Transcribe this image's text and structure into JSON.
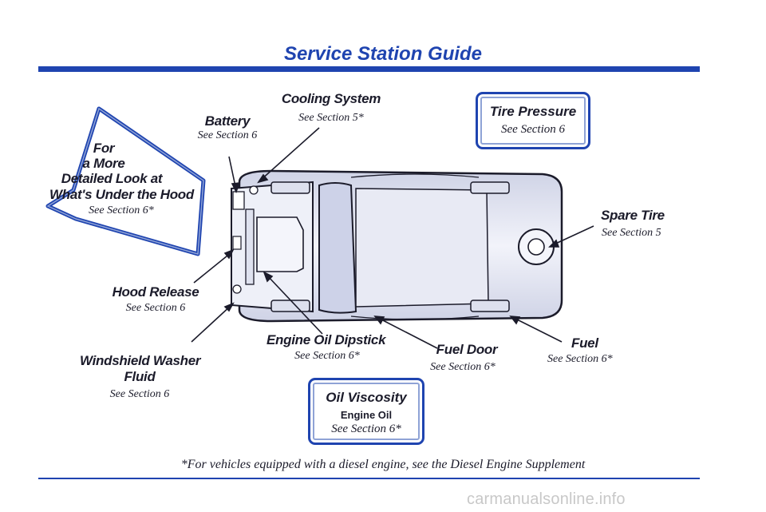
{
  "title": "Service Station Guide",
  "callouts": {
    "hood_arrow": {
      "line1": "For",
      "line2": "a More",
      "line3": "Detailed Look at",
      "line4": "What's Under the Hood",
      "ref": "See Section 6*"
    },
    "battery": {
      "label": "Battery",
      "ref": "See Section 6"
    },
    "cooling_system": {
      "label": "Cooling System",
      "ref": "See Section 5*"
    },
    "spare_tire": {
      "label": "Spare Tire",
      "ref": "See Section 5"
    },
    "hood_release": {
      "label": "Hood Release",
      "ref": "See Section 6"
    },
    "windshield_washer": {
      "label_line1": "Windshield Washer",
      "label_line2": "Fluid",
      "ref": "See Section 6"
    },
    "engine_oil_dipstick": {
      "label": "Engine Oil Dipstick",
      "ref": "See Section 6*"
    },
    "fuel_door": {
      "label": "Fuel Door",
      "ref": "See Section 6*"
    },
    "fuel": {
      "label": "Fuel",
      "ref": "See Section 6*"
    }
  },
  "boxes": {
    "tire_pressure": {
      "title": "Tire Pressure",
      "ref": "See Section 6"
    },
    "oil_viscosity": {
      "title": "Oil Viscosity",
      "subtitle": "Engine Oil",
      "ref": "See Section 6*"
    }
  },
  "footnote": "*For vehicles equipped with a diesel engine, see the Diesel Engine Supplement",
  "watermark": "carmanualsonline.info",
  "colors": {
    "accent_blue": "#1f44b0",
    "car_body": "#e4e6f2",
    "outline": "#1b1b2a"
  }
}
